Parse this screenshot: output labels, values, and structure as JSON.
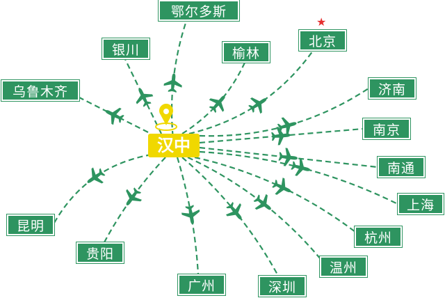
{
  "hub": {
    "name": "汉中"
  },
  "cities": [
    "鄂尔多斯",
    "银川",
    "榆林",
    "北京",
    "乌鲁木齐",
    "济南",
    "南京",
    "南通",
    "上海",
    "杭州",
    "温州",
    "深圳",
    "广州",
    "贵阳",
    "昆明"
  ],
  "colors": {
    "route": "#2e9460",
    "hub": "#f0d800",
    "star": "#e53030"
  }
}
